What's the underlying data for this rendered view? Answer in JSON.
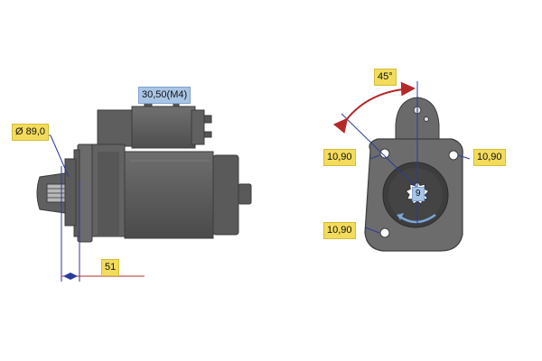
{
  "labels": {
    "terminal": "30,50(M4)",
    "diameter": "Ø 89,0",
    "flange_offset": "51",
    "angle": "45°",
    "hole_top_left": "10,90",
    "hole_top_right": "10,90",
    "hole_bottom_left": "10,90",
    "teeth": "9"
  },
  "colors": {
    "motor": "#5d5d5d",
    "motor_light": "#6f6f6f",
    "motor_dark": "#3f3f3f",
    "dimension_line": "#2a3a9c",
    "angle_arc": "#b5282a",
    "label_fill": "#f3db5c",
    "terminal_fill": "#a9c5e6"
  },
  "icons": {
    "rotation": "rotation-arrow-icon"
  }
}
